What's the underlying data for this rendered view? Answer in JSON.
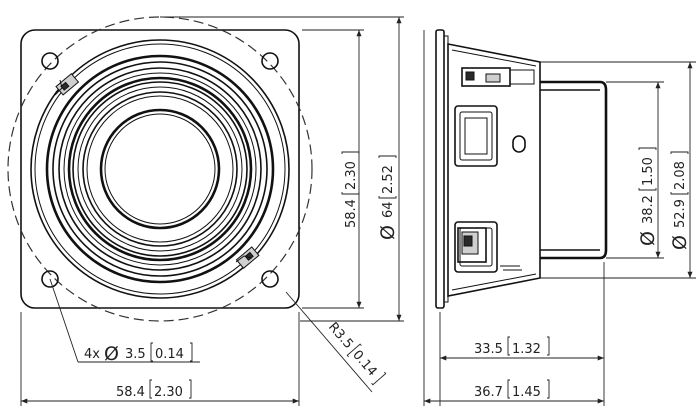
{
  "front_view": {
    "mounting_holes": {
      "count_prefix": "4x",
      "symbol": "Ø",
      "value": "3.5",
      "inch": "0.14"
    },
    "corner_radius": {
      "value": "R3.5",
      "inch": "0.14"
    },
    "frame_width": {
      "value": "58.4",
      "inch": "2.30"
    },
    "frame_height": {
      "value": "58.4",
      "inch": "2.30"
    },
    "outer_diameter": {
      "symbol": "Ø",
      "value": "64",
      "inch": "2.52"
    }
  },
  "side_view": {
    "magnet_depth": {
      "value": "33.5",
      "inch": "1.32"
    },
    "overall_depth": {
      "value": "36.7",
      "inch": "1.45"
    },
    "inner_diameter": {
      "symbol": "Ø",
      "value": "38.2",
      "inch": "1.50"
    },
    "basket_diameter": {
      "symbol": "Ø",
      "value": "52.9",
      "inch": "2.08"
    }
  }
}
